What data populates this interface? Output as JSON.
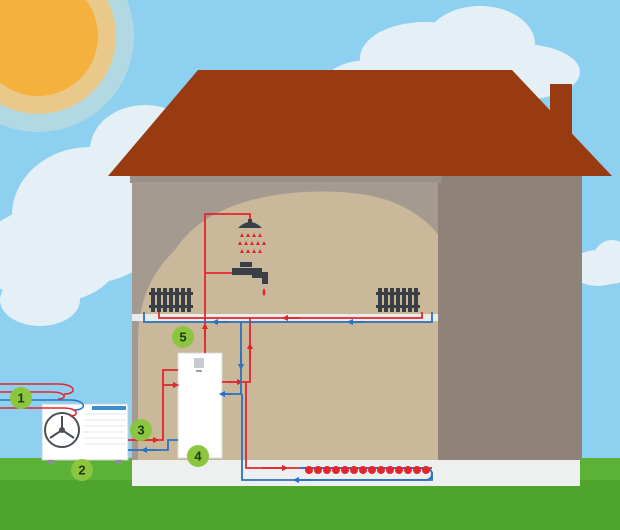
{
  "legend": {
    "items": [
      {
        "number": "1",
        "label": ""
      },
      {
        "number": "2",
        "label": ""
      },
      {
        "number": "3",
        "label": ""
      },
      {
        "number": "4",
        "label": ""
      },
      {
        "number": "5",
        "label": ""
      }
    ]
  },
  "colors": {
    "sky": "#8dd0ef",
    "sun_core": "#f6b03c",
    "roof": "#983b10",
    "house_front": "#a49a90",
    "house_side": "#8f8278",
    "interior_glow": "#c9b89a",
    "hot_pipe": "#e3262e",
    "cold_pipe": "#2a72c3",
    "grass": "#5cb236",
    "badge": "#8cc63f"
  }
}
